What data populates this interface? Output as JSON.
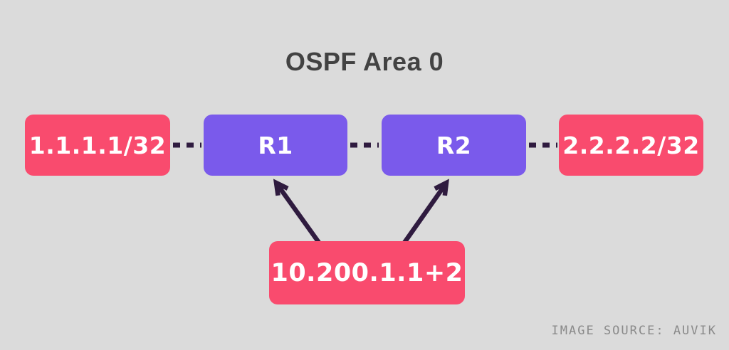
{
  "title": "OSPF Area 0",
  "nodes": {
    "loopback1": {
      "label": "1.1.1.1/32"
    },
    "router1": {
      "label": "R1"
    },
    "router2": {
      "label": "R2"
    },
    "loopback2": {
      "label": "2.2.2.2/32"
    },
    "shared_ip": {
      "label": "10.200.1.1+2"
    }
  },
  "attribution": "IMAGE SOURCE: AUVIK",
  "colors": {
    "bg": "#dbdbdb",
    "pink": "#f94b6e",
    "purple": "#7a5aeb",
    "ink": "#2f1b3f",
    "title": "#424242",
    "attribution": "#8a8a8a"
  }
}
